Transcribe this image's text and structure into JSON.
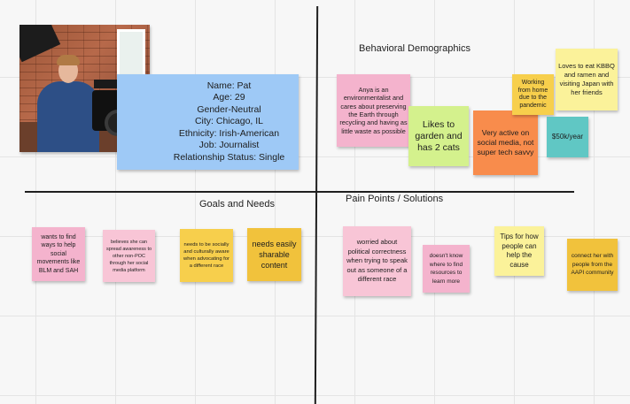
{
  "sections": {
    "behavioral": "Behavioral Demographics",
    "goals": "Goals and Needs",
    "pain": "Pain Points / Solutions"
  },
  "persona": {
    "name": "Name: Pat",
    "age": "Age: 29",
    "gender": "Gender-Neutral",
    "city": "City: Chicago, IL",
    "ethnicity": "Ethnicity: Irish-American",
    "job": "Job: Journalist",
    "relationship": "Relationship Status: Single"
  },
  "notes": {
    "anya": "Anya is an environmentalist and cares about preserving the Earth through recycling and having as little waste as possible",
    "garden": "Likes to garden and has 2 cats",
    "social": "Very active on social media, not super tech savvy",
    "working": "Working from home due to the pandemic",
    "income": "$50k/year",
    "kbbq": "Loves to eat KBBQ and ramen and visiting Japan with her friends",
    "help_movements": "wants to find ways to help social movements like BLM and SAH",
    "spread_awareness": "believes she can spread awareness to other non-POC through her social media platform",
    "culturally_aware": "needs to be socially and culturally aware when advocating for a different race",
    "sharable": "needs easily sharable content",
    "political": "worried about political correctness when trying to speak out as someone of a different race",
    "resources": "doesn't know where to find resources to learn more",
    "tips": "Tips for how people can help the cause",
    "connect": "connect her with people from the AAPI community"
  }
}
